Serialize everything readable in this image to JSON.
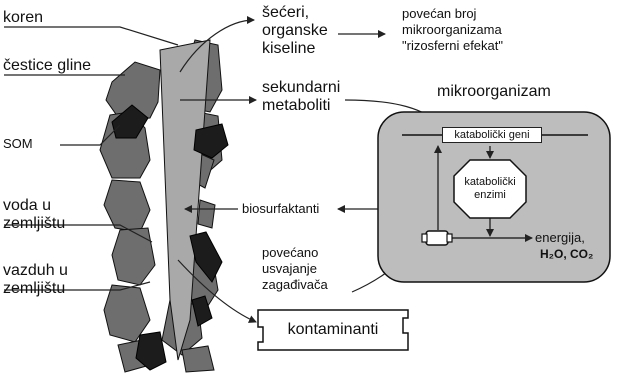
{
  "labels": {
    "root": "koren",
    "clay": "čestice gline",
    "som": "SOM",
    "water_l1": "voda u",
    "water_l2": "zemljištu",
    "air_l1": "vazduh u",
    "air_l2": "zemljištu",
    "sugars_l1": "šećeri,",
    "sugars_l2": "organske",
    "sugars_l3": "kiseline",
    "microbes_l1": "povećan broj",
    "microbes_l2": "mikroorganizama",
    "microbes_l3": "\"rizosferni efekat\"",
    "secondary_l1": "sekundarni",
    "secondary_l2": "metaboliti",
    "microorganism": "mikroorganizam",
    "genes": "katabolički geni",
    "enzymes_l1": "katabolički",
    "enzymes_l2": "enzimi",
    "energy": "energija,",
    "products": "H₂O, CO₂",
    "biosurfactants": "biosurfaktanti",
    "uptake_l1": "povećano",
    "uptake_l2": "usvajanje",
    "uptake_l3": "zagađivača",
    "contaminants": "kontaminanti"
  },
  "colors": {
    "root": "#a9a9a9",
    "clay": "#6e6e6e",
    "som": "#1c1c1c",
    "cell": "#bdbdbd",
    "line": "#222222"
  }
}
